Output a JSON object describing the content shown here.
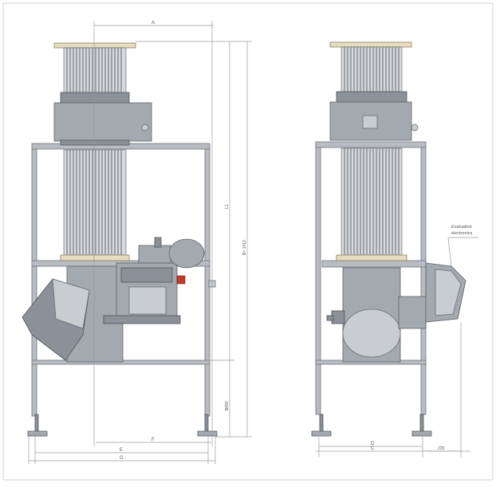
{
  "drawing": {
    "dimensions": {
      "a": "A",
      "b": "B",
      "c": "C",
      "d": "D",
      "e": "E",
      "f": "F",
      "g": "G",
      "l1": "L1",
      "b_height": "B= 1410",
      "floor_height": "B650",
      "offset_220": "220"
    },
    "annotation": {
      "line1": "Evaluation",
      "line2": "electronics"
    }
  }
}
